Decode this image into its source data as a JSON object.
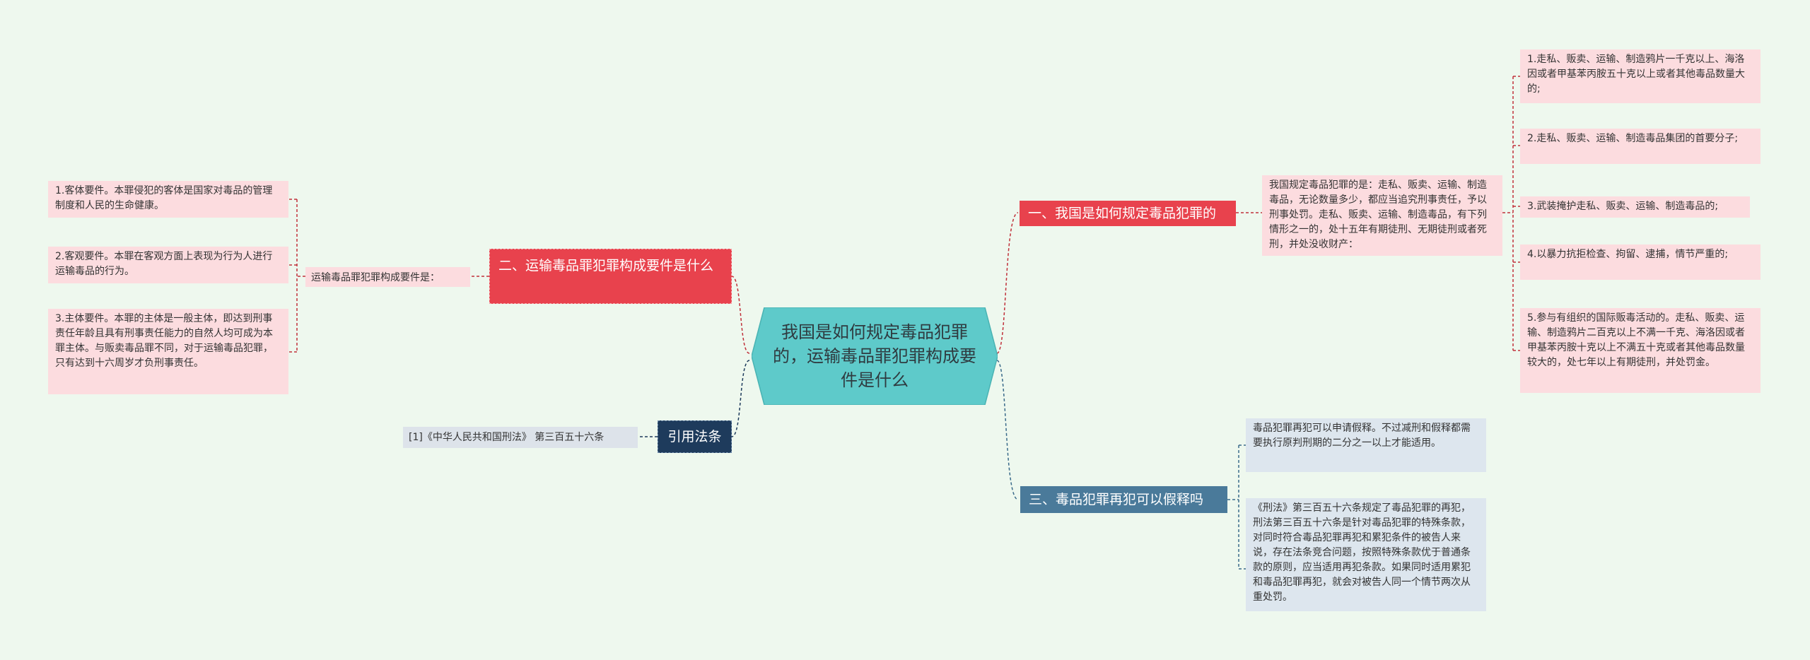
{
  "central": "我国是如何规定毒品犯罪的，运输毒品罪犯罪构成要件是什么",
  "branches": {
    "b1": {
      "title": "一、我国是如何规定毒品犯罪的",
      "summary": "我国规定毒品犯罪的是：走私、贩卖、运输、制造毒品，无论数量多少，都应当追究刑事责任，予以刑事处罚。走私、贩卖、运输、制造毒品，有下列情形之一的，处十五年有期徒刑、无期徒刑或者死刑，并处没收财产：",
      "items": [
        "1.走私、贩卖、运输、制造鸦片一千克以上、海洛因或者甲基苯丙胺五十克以上或者其他毒品数量大的;",
        "2.走私、贩卖、运输、制造毒品集团的首要分子;",
        "3.武装掩护走私、贩卖、运输、制造毒品的;",
        "4.以暴力抗拒检查、拘留、逮捕，情节严重的;",
        "5.参与有组织的国际贩毒活动的。走私、贩卖、运输、制造鸦片二百克以上不满一千克、海洛因或者甲基苯丙胺十克以上不满五十克或者其他毒品数量较大的，处七年以上有期徒刑，并处罚金。"
      ]
    },
    "b2": {
      "title": "二、运输毒品罪犯罪构成要件是什么",
      "label": "运输毒品罪犯罪构成要件是：",
      "items": [
        "1.客体要件。本罪侵犯的客体是国家对毒品的管理制度和人民的生命健康。",
        "2.客观要件。本罪在客观方面上表现为行为人进行运输毒品的行为。",
        "3.主体要件。本罪的主体是一般主体，即达到刑事责任年龄且具有刑事责任能力的自然人均可成为本罪主体。与贩卖毒品罪不同，对于运输毒品犯罪，只有达到十六周岁才负刑事责任。"
      ]
    },
    "b3": {
      "title": "三、毒品犯罪再犯可以假释吗",
      "items": [
        "毒品犯罪再犯可以申请假释。不过减刑和假释都需要执行原判刑期的二分之一以上才能适用。",
        "《刑法》第三百五十六条规定了毒品犯罪的再犯，刑法第三百五十六条是针对毒品犯罪的特殊条款，对同时符合毒品犯罪再犯和累犯条件的被告人来说，存在法条竞合问题，按照特殊条款优于普通条款的原则，应当适用再犯条款。如果同时适用累犯和毒品犯罪再犯，就会对被告人同一个情节两次从重处罚。"
      ]
    },
    "b4": {
      "title": "引用法条",
      "items": [
        "[1]《中华人民共和国刑法》 第三百五十六条"
      ]
    }
  },
  "colors": {
    "central": "#5ecaca",
    "red": "#e8424d",
    "steel": "#4a7a9a",
    "navy": "#1e3b5c",
    "pinkLeaf": "#fcdcdf",
    "blueLeaf": "#dde6ee"
  }
}
